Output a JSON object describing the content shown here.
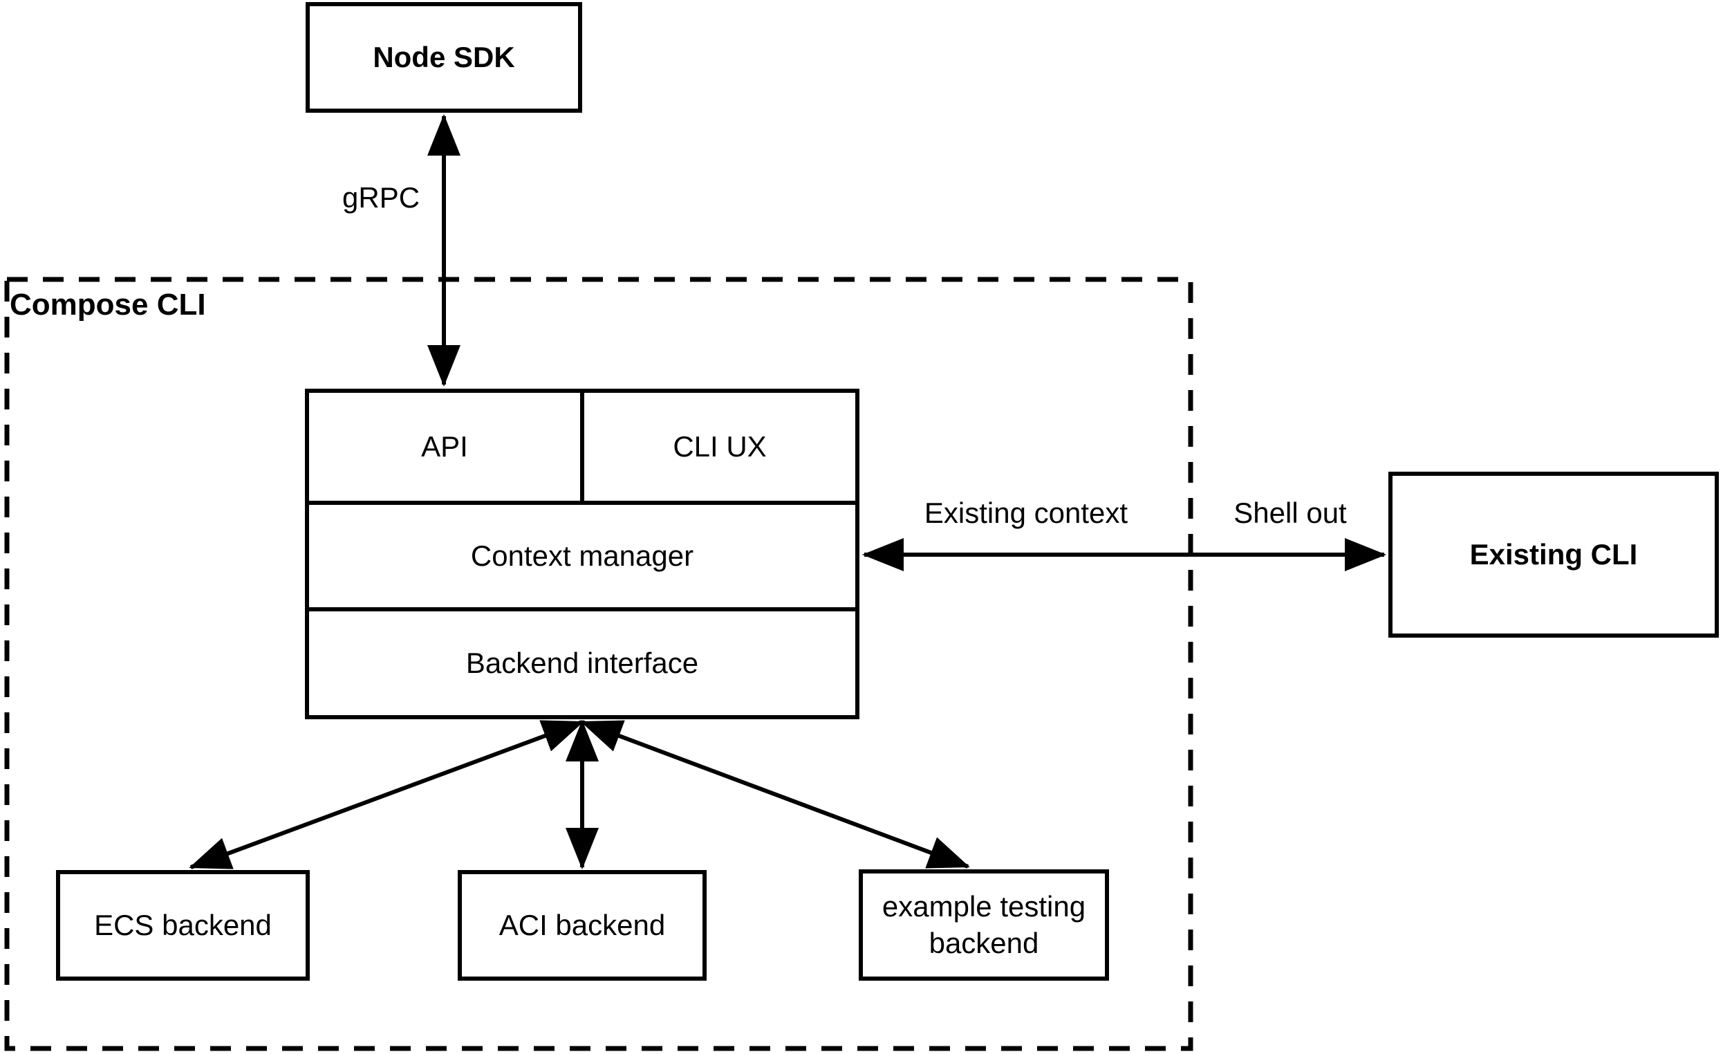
{
  "colors": {
    "line": "#000000",
    "background": "#ffffff"
  },
  "nodes": {
    "node_sdk": {
      "label": "Node SDK"
    },
    "compose_cli_container": {
      "label": "Compose CLI"
    },
    "api": {
      "label": "API"
    },
    "cli_ux": {
      "label": "CLI UX"
    },
    "context_manager": {
      "label": "Context manager"
    },
    "backend_interface": {
      "label": "Backend interface"
    },
    "ecs_backend": {
      "label": "ECS backend"
    },
    "aci_backend": {
      "label": "ACI backend"
    },
    "example_testing_backend": {
      "label": "example testing backend"
    },
    "existing_cli": {
      "label": "Existing CLI"
    }
  },
  "edges": {
    "grpc": {
      "label": "gRPC"
    },
    "existing_context": {
      "label": "Existing context"
    },
    "shell_out": {
      "label": "Shell out"
    }
  }
}
